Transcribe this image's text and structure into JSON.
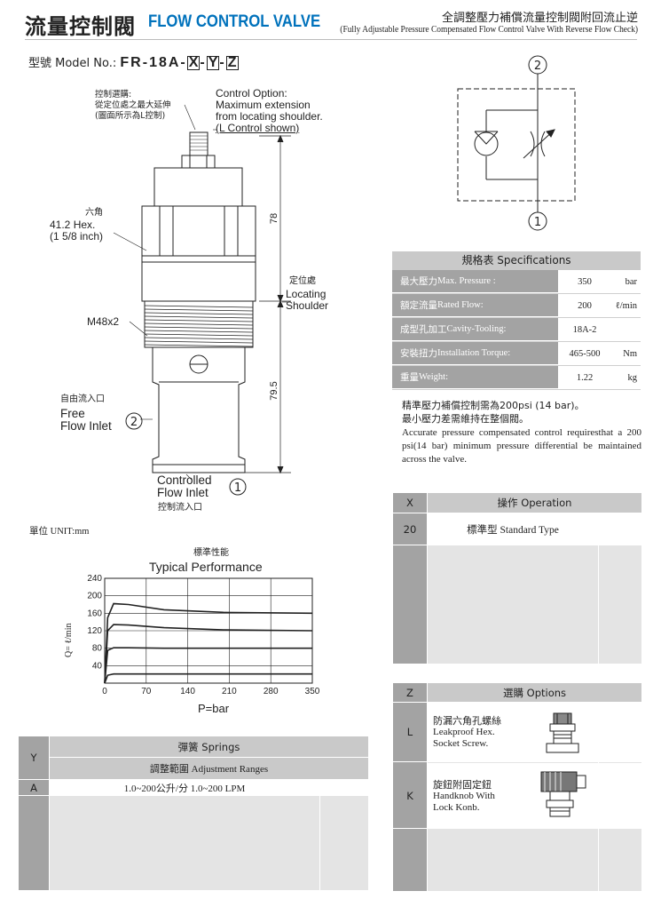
{
  "header": {
    "title_zh": "流量控制閥",
    "title_en": "FLOW CONTROL VALVE",
    "desc_zh": "全調整壓力補償流量控制閥附回流止逆",
    "desc_en": "(Fully Adjustable Pressure Compensated Flow Control Valve With Reverse Flow Check)"
  },
  "model": {
    "label": "型號 Model No.:",
    "prefix": "FR-18A-",
    "x": "X",
    "y": "Y",
    "z": "Z",
    "dash": "-"
  },
  "drawing": {
    "control_zh1": "控制選購:",
    "control_zh2": "從定位處之最大延伸",
    "control_zh3": "(圖面所示為L控制)",
    "control_en1": "Control Option:",
    "control_en2": "Maximum extension",
    "control_en3": "from locating shoulder.",
    "control_en4": "(L Control shown)",
    "hex_zh": "六角",
    "hex_en1": "41.2 Hex.",
    "hex_en2": "(1 5/8 inch)",
    "thread": "M48x2",
    "dim_top": "78",
    "dim_bottom": "79.5",
    "shoulder_zh": "定位處",
    "shoulder_en1": "Locating",
    "shoulder_en2": "Shoulder",
    "free_zh": "自由流入口",
    "free_en1": "Free",
    "free_en2": "Flow Inlet",
    "free_num": "2",
    "ctrl_en1": "Controlled",
    "ctrl_en2": "Flow Inlet",
    "ctrl_num": "1",
    "ctrl_zh": "控制流入口",
    "unit": "單位 UNIT:mm"
  },
  "symbol": {
    "top": "2",
    "bottom": "1"
  },
  "chart_data": {
    "type": "line",
    "title_zh": "標準性能",
    "title": "Typical Performance",
    "xlabel": "P=bar",
    "ylabel": "Q= ℓ/min",
    "xlim": [
      0,
      350
    ],
    "ylim": [
      0,
      240
    ],
    "x_ticks": [
      "0",
      "70",
      "140",
      "210",
      "280",
      "350"
    ],
    "y_ticks": [
      "40",
      "80",
      "120",
      "160",
      "200",
      "240"
    ],
    "grid": true,
    "series": [
      {
        "x": [
          0,
          5,
          15,
          40,
          100,
          200,
          350
        ],
        "values": [
          0,
          150,
          182,
          180,
          168,
          162,
          160
        ]
      },
      {
        "x": [
          0,
          5,
          15,
          40,
          100,
          200,
          350
        ],
        "values": [
          0,
          120,
          134,
          133,
          127,
          122,
          120
        ]
      },
      {
        "x": [
          0,
          5,
          15,
          40,
          100,
          200,
          350
        ],
        "values": [
          0,
          75,
          81,
          81,
          80,
          80,
          80
        ]
      },
      {
        "x": [
          0,
          5,
          15,
          40,
          100,
          200,
          350
        ],
        "values": [
          0,
          18,
          21,
          21,
          21,
          21,
          21
        ]
      }
    ]
  },
  "specs": {
    "title": "規格表 Specifications",
    "rows": [
      {
        "k_zh": "最大壓力",
        "k_en": "Max. Pressure :",
        "v": "350",
        "u": "bar"
      },
      {
        "k_zh": "額定流量",
        "k_en": "Rated Flow:",
        "v": "200",
        "u": "ℓ/min"
      },
      {
        "k_zh": "成型孔加工",
        "k_en": "Cavity-Tooling:",
        "v": "18A-2",
        "u": ""
      },
      {
        "k_zh": "安裝扭力",
        "k_en": "Installation Torque:",
        "v": "465-500",
        "u": "Nm"
      },
      {
        "k_zh": "重量",
        "k_en": "Weight:",
        "v": "1.22",
        "u": "kg"
      }
    ],
    "note_zh1": "精準壓力補償控制需為200psi (14  bar)。",
    "note_zh2": "最小壓力差需維持在整個閥。",
    "note_en": "Accurate pressure compensated control requiresthat a 200 psi(14  bar) minimum pressure differential be maintained across the valve."
  },
  "operation": {
    "code": "X",
    "title": "操作 Operation",
    "rows": [
      {
        "code": "20",
        "label": "標準型 Standard Type"
      }
    ]
  },
  "options": {
    "code": "Z",
    "title": "選購 Options",
    "rows": [
      {
        "code": "L",
        "zh": "防漏六角孔螺絲",
        "en1": "Leakproof Hex.",
        "en2": "Socket Screw."
      },
      {
        "code": "K",
        "zh": "旋鈕附固定鈕",
        "en1": "Handknob With",
        "en2": "Lock Konb."
      }
    ]
  },
  "springs": {
    "code": "Y",
    "title": "彈簧 Springs",
    "subtitle": "調整範圍 Adjustment Ranges",
    "rows": [
      {
        "code": "A",
        "label": "1.0~200公升/分  1.0~200 LPM"
      }
    ]
  }
}
